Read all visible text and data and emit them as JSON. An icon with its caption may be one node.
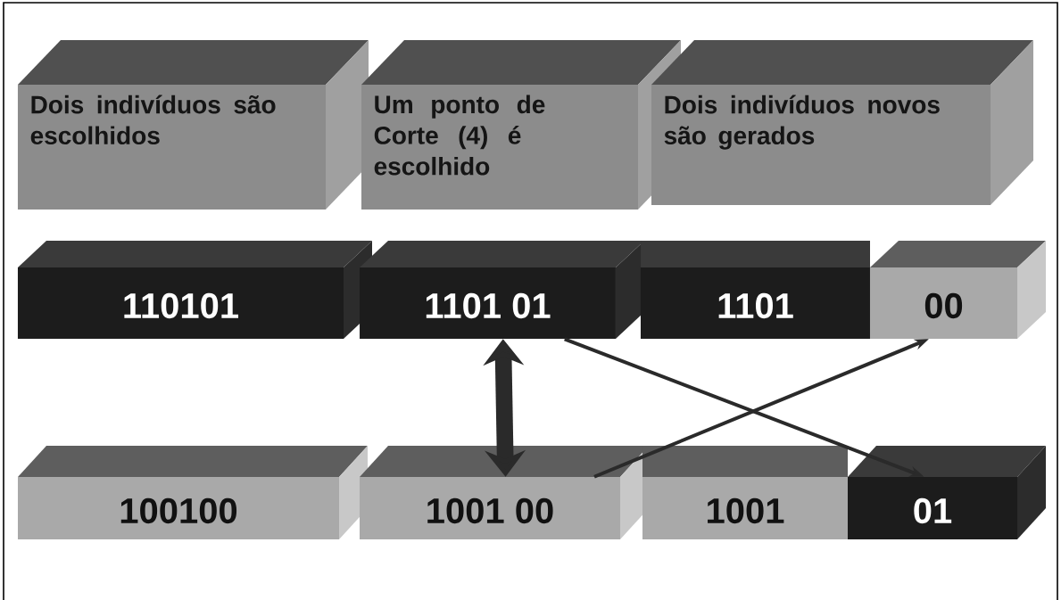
{
  "diagram": {
    "nodes": [
      {
        "text": [
          "Dois indivíduos são escolhidos"
        ]
      },
      {
        "text": [
          "Um ponto de Corte (4) é escolhido"
        ]
      },
      {
        "text": [
          "Dois indivíduos novos são gerados"
        ]
      },
      {
        "text": [
          "110101"
        ]
      },
      {
        "text": [
          "1101   01"
        ]
      },
      {
        "text": [
          "1101"
        ]
      },
      {
        "text": [
          "00"
        ]
      },
      {
        "text": [
          "100100"
        ]
      },
      {
        "text": [
          "1001   00"
        ]
      },
      {
        "text": [
          "1001"
        ]
      },
      {
        "text": [
          "01"
        ]
      }
    ],
    "edges": [
      {
        "from": 4,
        "to": 8,
        "arrow": "both",
        "style": "thick"
      },
      {
        "from": 4,
        "to": 10,
        "arrow": "to"
      },
      {
        "from": 8,
        "to": 6,
        "arrow": "to"
      }
    ]
  }
}
